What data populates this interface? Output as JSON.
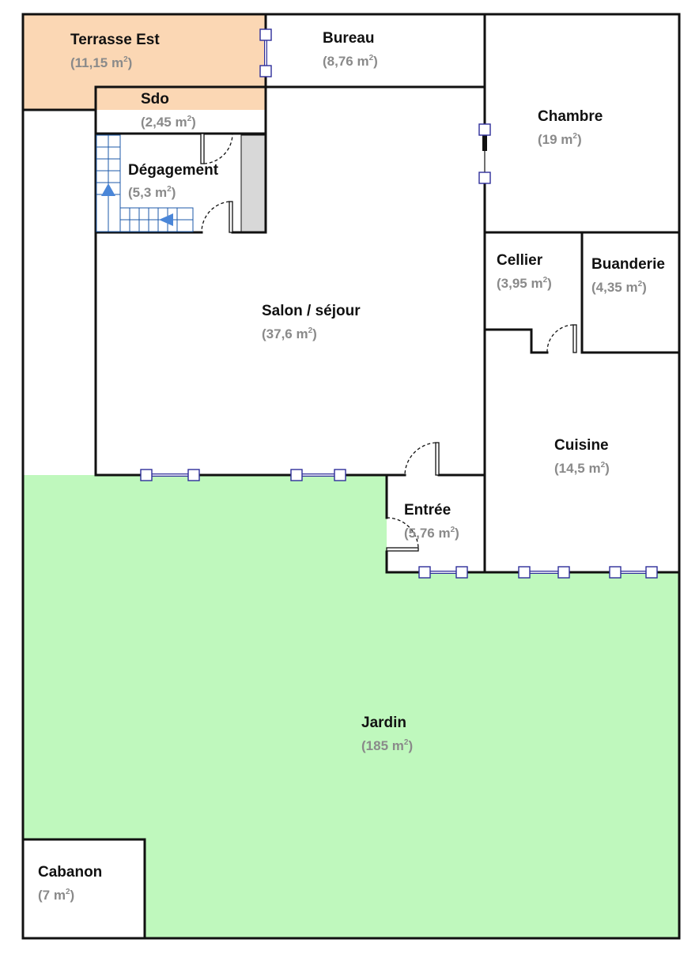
{
  "colors": {
    "terrace": "#fbd7b4",
    "garden": "#bff8bd",
    "wall": "#111111",
    "stair_block": "#d8d8d8",
    "window": "#2e2e9a",
    "stair_arrow": "#4a86d8",
    "area_text": "#8a8a8a"
  },
  "rooms": [
    {
      "key": "terrasse-est",
      "name": "Terrasse Est",
      "area": "(11,15 m",
      "area_close": ")"
    },
    {
      "key": "bureau",
      "name": "Bureau",
      "area": "(8,76 m",
      "area_close": ")"
    },
    {
      "key": "chambre",
      "name": "Chambre",
      "area": "(19 m",
      "area_close": ")"
    },
    {
      "key": "sdo",
      "name": "Sdo",
      "area": "(2,45 m",
      "area_close": ")"
    },
    {
      "key": "degagement",
      "name": "Dégagement",
      "area": "(5,3 m",
      "area_close": ")"
    },
    {
      "key": "cellier",
      "name": "Cellier",
      "area": "(3,95 m",
      "area_close": ")"
    },
    {
      "key": "buanderie",
      "name": "Buanderie",
      "area": "(4,35 m",
      "area_close": ")"
    },
    {
      "key": "salon-sejour",
      "name": "Salon / séjour",
      "area": "(37,6 m",
      "area_close": ")"
    },
    {
      "key": "cuisine",
      "name": "Cuisine",
      "area": "(14,5 m",
      "area_close": ")"
    },
    {
      "key": "entree",
      "name": "Entrée",
      "area": "(5,76 m",
      "area_close": ")"
    },
    {
      "key": "jardin",
      "name": "Jardin",
      "area": "(185 m",
      "area_close": ")"
    },
    {
      "key": "cabanon",
      "name": "Cabanon",
      "area": "(7 m",
      "area_close": ")"
    }
  ],
  "area_unit_exponent": "2"
}
